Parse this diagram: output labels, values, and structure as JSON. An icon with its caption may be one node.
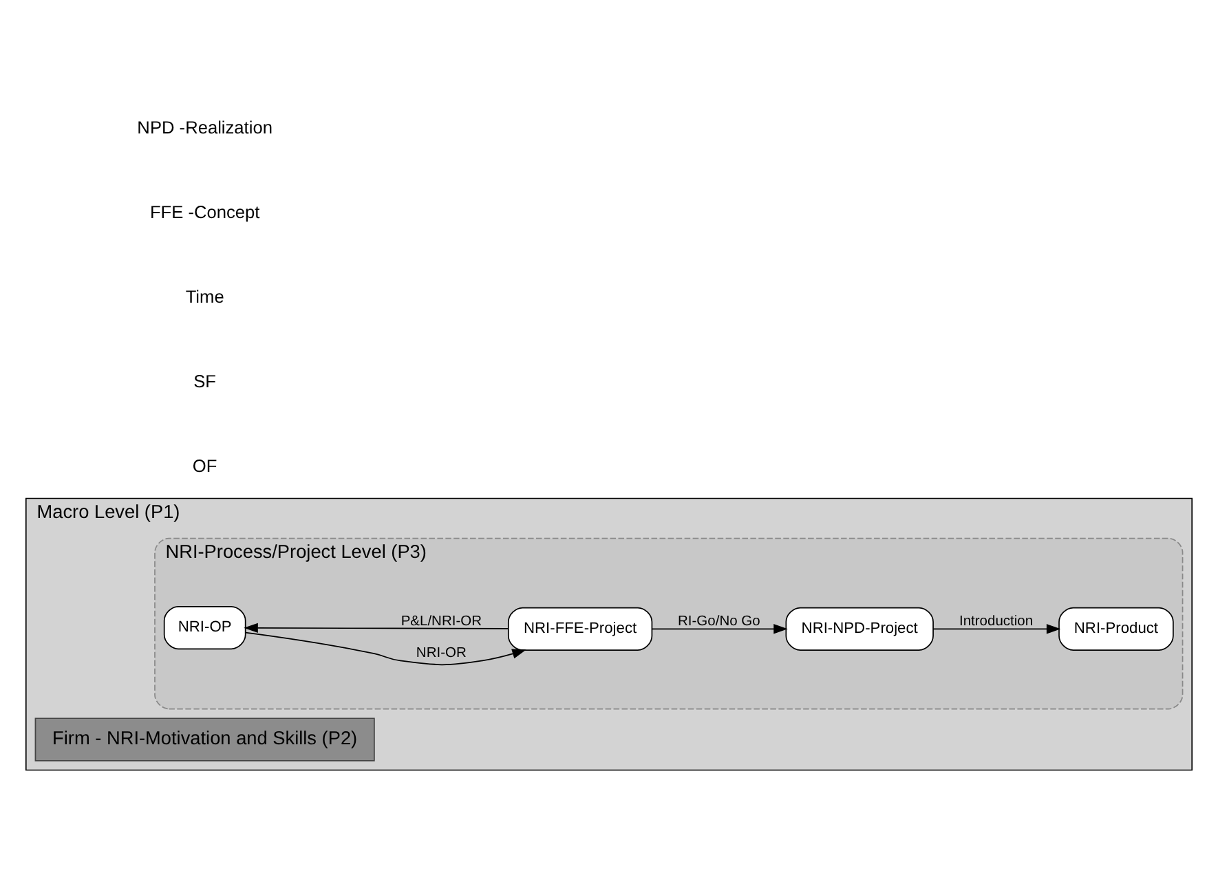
{
  "diagram": {
    "nodes": [
      {
        "text": [
          "Macro Level (P1)"
        ]
      },
      {
        "text": [
          "Firm - NRI-Motivation and Skills (P2)"
        ],
        "in": 0
      },
      {
        "text": [
          "NRI-Process/Project Level (P3)"
        ],
        "in": 0
      },
      {
        "text": [
          "NRI-OP"
        ],
        "in": 2
      },
      {
        "text": [
          "NRI-FFE-Project"
        ],
        "in": 2
      },
      {
        "text": [
          "NRI-NPD-Project"
        ],
        "in": 2
      },
      {
        "text": [
          "NRI-Product"
        ],
        "in": 2
      }
    ],
    "edges": [
      {
        "from": 3,
        "to": 4,
        "arrow": "to",
        "label": "NRI-OR"
      },
      {
        "from": 4,
        "to": 3,
        "arrow": "to",
        "label": "P&L/NRI-OR"
      },
      {
        "from": 4,
        "to": 5,
        "arrow": "to",
        "label": "RI-Go/No Go"
      },
      {
        "from": 5,
        "to": 6,
        "arrow": "to",
        "label": "Introduction"
      }
    ],
    "labels": [
      "OF",
      "SF",
      "Time",
      "FFE -Concept",
      "NPD -Realization"
    ]
  }
}
